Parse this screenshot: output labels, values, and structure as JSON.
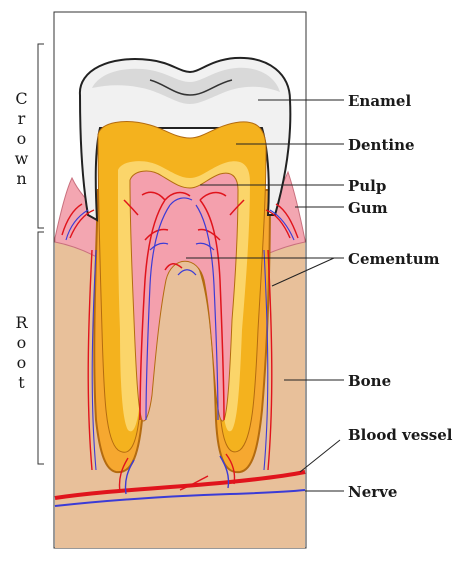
{
  "labels": {
    "enamel": "Enamel",
    "dentine": "Dentine",
    "pulp": "Pulp",
    "gum": "Gum",
    "cementum": "Cementum",
    "bone": "Bone",
    "blood_vessel": "Blood vessel",
    "nerve": "Nerve"
  },
  "regions": {
    "crown": [
      "C",
      "r",
      "o",
      "w",
      "n"
    ],
    "root": [
      "R",
      "o",
      "o",
      "t"
    ]
  },
  "colors": {
    "enamel": "#f1f1f1",
    "dentine": "#f4b21e",
    "dentine_light": "#fbd56a",
    "pulp": "#f4a0ad",
    "gum": "#f3a6b1",
    "bone": "#e8c09a",
    "blood_vessel": "#e0141c",
    "nerve": "#3b3bd6",
    "outline": "#222222"
  }
}
